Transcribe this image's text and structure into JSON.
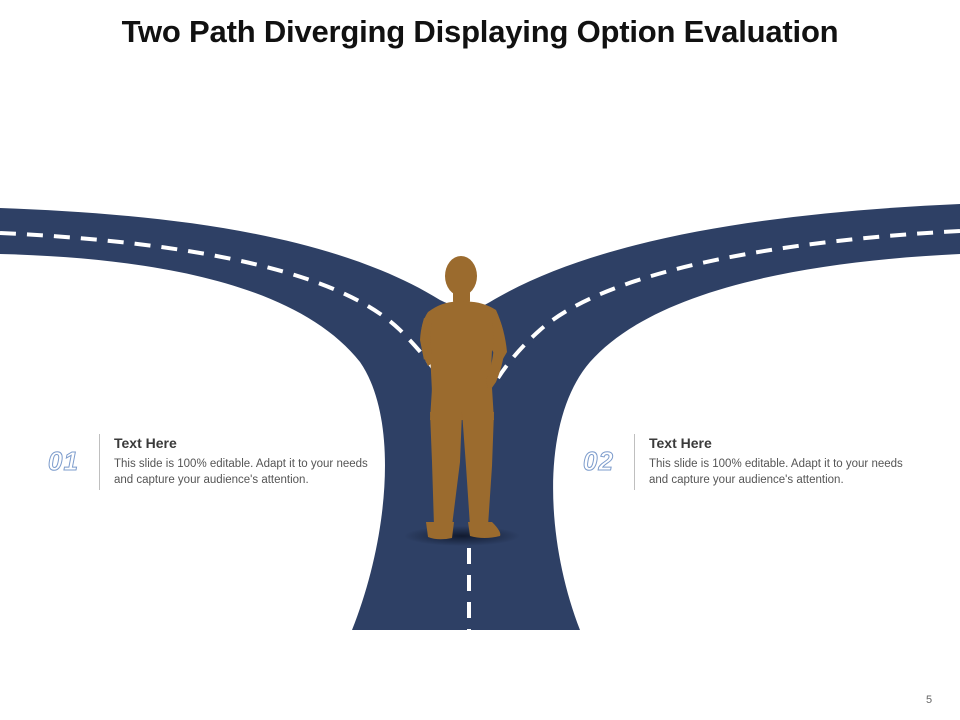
{
  "slide": {
    "title": "Two Path Diverging Displaying Option Evaluation",
    "page_number": "5"
  },
  "options": [
    {
      "number": "01",
      "heading": "Text Here",
      "body": "This slide is 100% editable. Adapt it to your needs and capture your audience's attention."
    },
    {
      "number": "02",
      "heading": "Text Here",
      "body": "This slide is 100% editable. Adapt it to your needs and capture your audience's attention."
    }
  ],
  "colors": {
    "road": "#2e4065",
    "road_marking": "#ffffff",
    "person": "#9b6b2e",
    "number_outline": "#7d9ccc"
  },
  "icons": {
    "person": "standing-person-silhouette-icon"
  }
}
